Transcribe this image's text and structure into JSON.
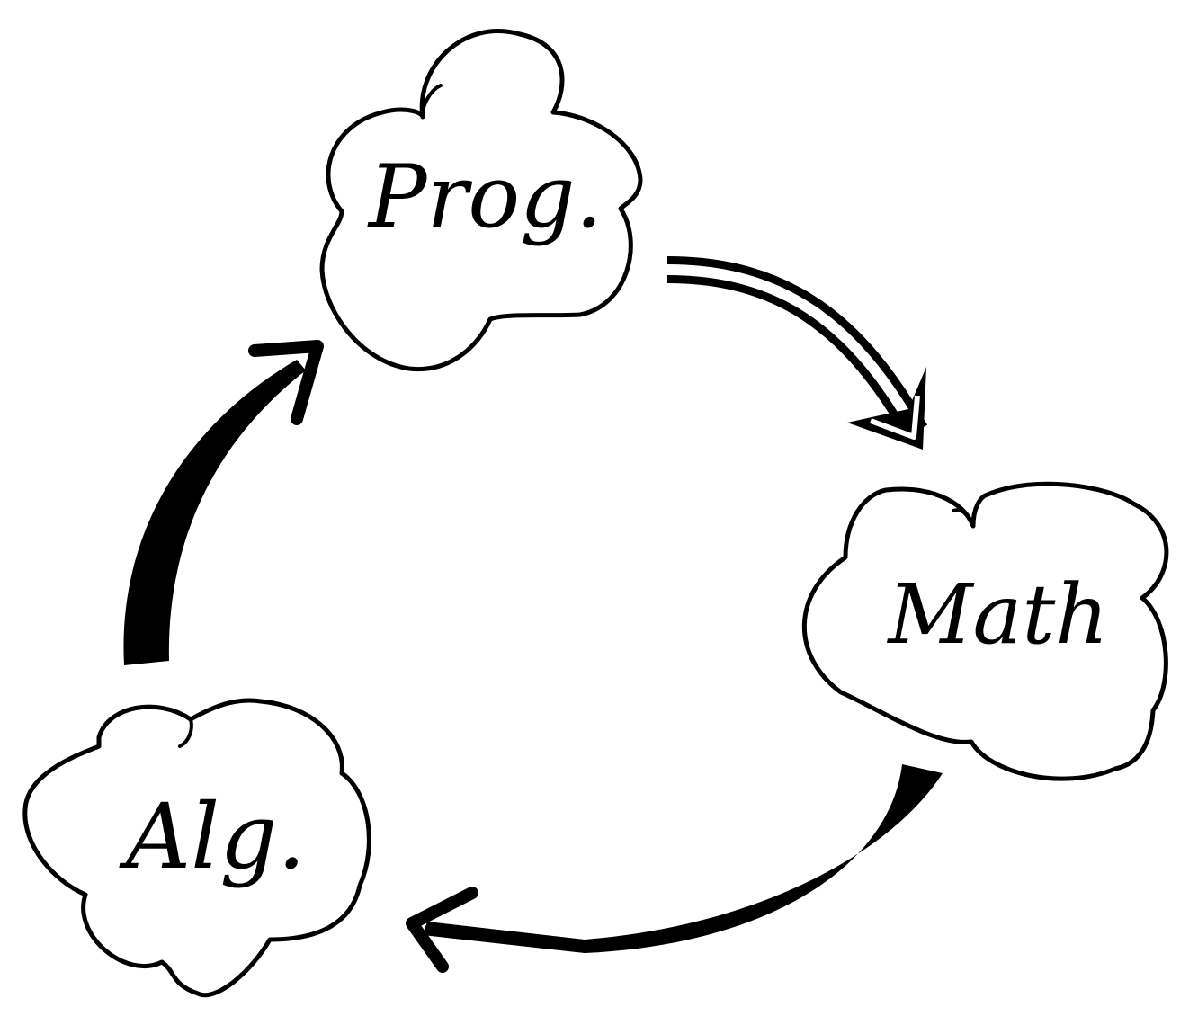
{
  "diagram": {
    "nodes": [
      {
        "id": "prog",
        "label": "Prog."
      },
      {
        "id": "math",
        "label": "Math"
      },
      {
        "id": "alg",
        "label": "Alg."
      }
    ],
    "edges": [
      {
        "from": "prog",
        "to": "math"
      },
      {
        "from": "math",
        "to": "alg"
      },
      {
        "from": "alg",
        "to": "prog"
      }
    ],
    "colors": {
      "ink": "#000000",
      "background": "#ffffff"
    }
  }
}
